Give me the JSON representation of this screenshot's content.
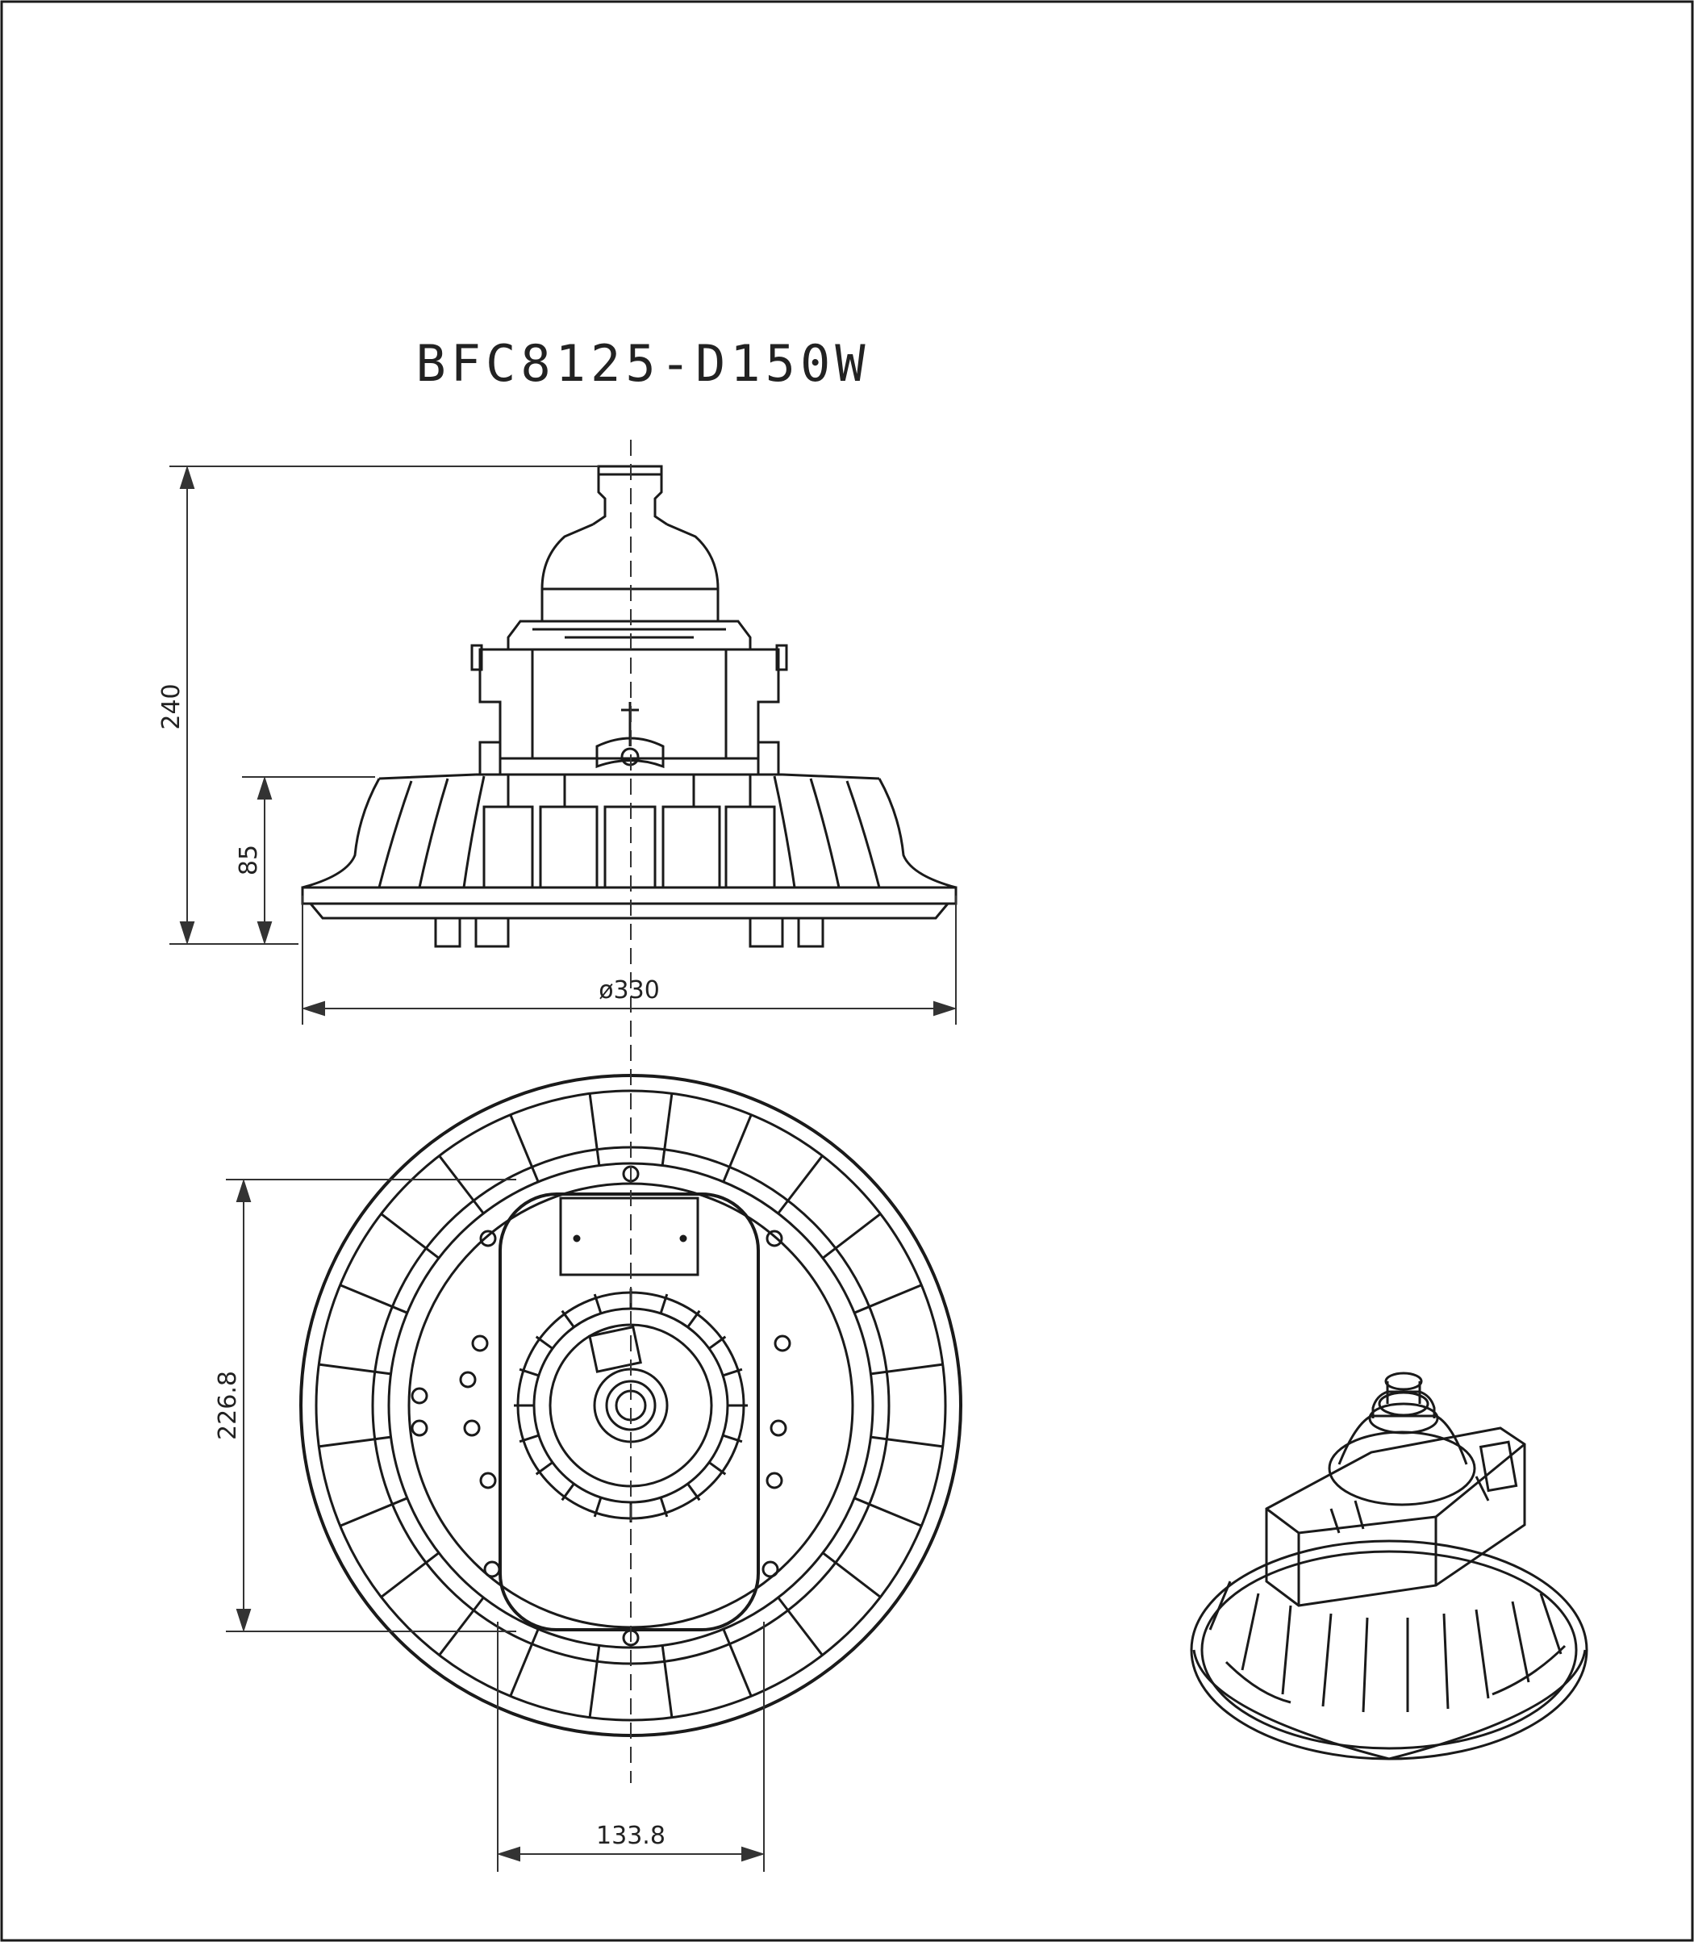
{
  "title": "BFC8125-D150W",
  "dimensions": {
    "height_total": "240",
    "height_base": "85",
    "diameter": "ø330",
    "bolt_span_vertical": "226.8",
    "bolt_span_horizontal": "133.8"
  },
  "colors": {
    "line": "#1a1a1a",
    "thin": "#333333",
    "background": "#ffffff"
  }
}
